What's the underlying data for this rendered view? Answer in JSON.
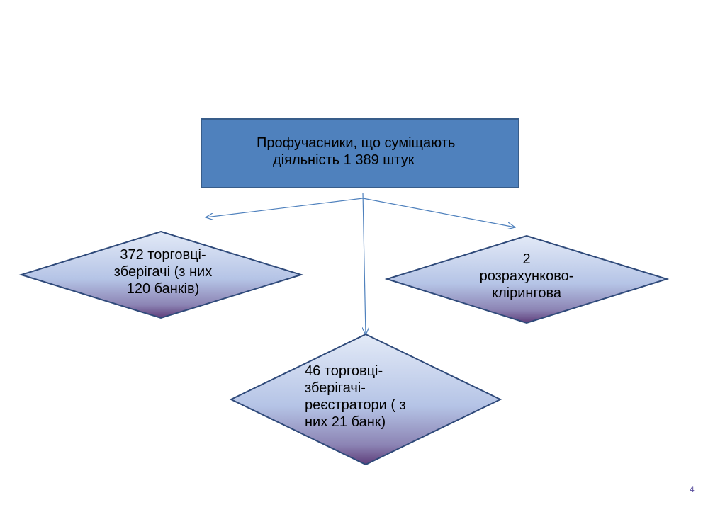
{
  "top_box": {
    "line1": "Профучасники, що суміщають",
    "line2": "діяльність 1 389 штук",
    "fill": "#4f81bd",
    "stroke": "#385d8a"
  },
  "left_diamond": {
    "lines": [
      "372 торговці-",
      "зберігачі (з них",
      "120 банків)"
    ]
  },
  "right_diamond": {
    "lines": [
      "2",
      "розрахунково-",
      "клірингова"
    ]
  },
  "bottom_diamond": {
    "lines": [
      "46 торговці-",
      "зберігачі-",
      "реєстратори ( з",
      "них 21 банк)"
    ]
  },
  "colors": {
    "diamond_top": "#dbe5f5",
    "diamond_mid": "#b6c6e8",
    "diamond_bottom": "#6b4a86",
    "diamond_stroke": "#2f4a7a",
    "arrow": "#4f81bd"
  },
  "page_number": "4"
}
